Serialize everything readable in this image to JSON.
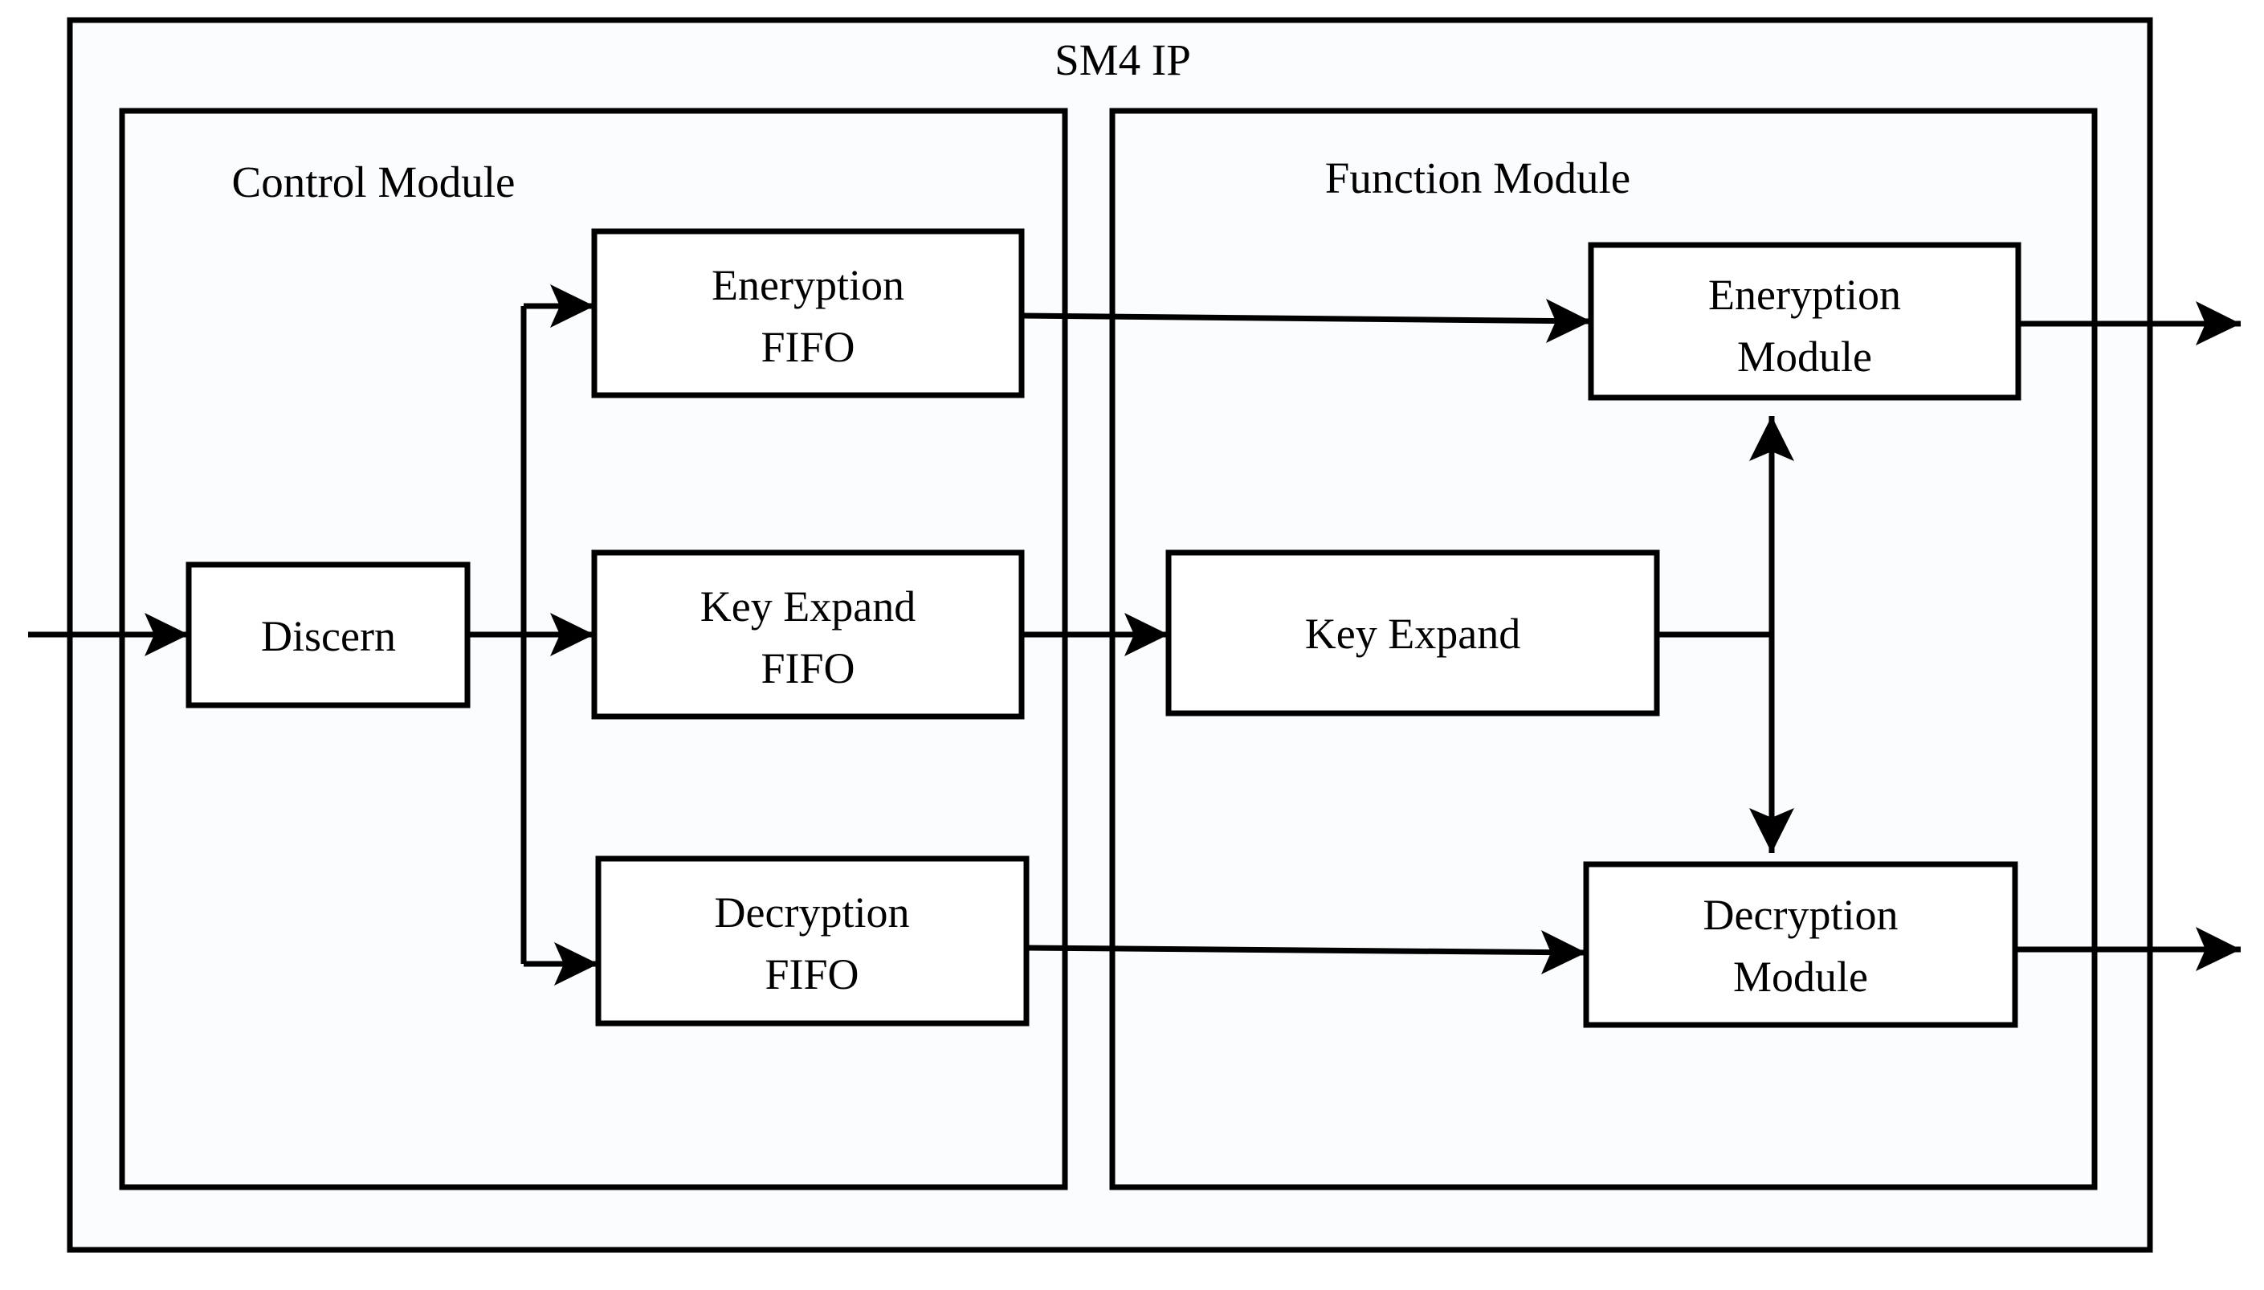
{
  "diagram": {
    "title": "SM4 IP",
    "type": "block-diagram",
    "colors": {
      "stroke": "#000000",
      "box_fill": "#ffffff",
      "container_fill": "#fafcfe",
      "background": "#ffffff"
    },
    "sections": [
      {
        "id": "control-module",
        "label": "Control Module"
      },
      {
        "id": "function-module",
        "label": "Function Module"
      }
    ],
    "blocks": [
      {
        "id": "discern",
        "label": "Discern",
        "lines": [
          "Discern"
        ]
      },
      {
        "id": "encryption-fifo",
        "label": "Eneryption FIFO",
        "lines": [
          "Eneryption",
          "FIFO"
        ]
      },
      {
        "id": "key-expand-fifo",
        "label": "Key Expand FIFO",
        "lines": [
          "Key Expand",
          "FIFO"
        ]
      },
      {
        "id": "decryption-fifo",
        "label": "Decryption FIFO",
        "lines": [
          "Decryption",
          "FIFO"
        ]
      },
      {
        "id": "encryption-module",
        "label": "Eneryption Module",
        "lines": [
          "Eneryption",
          "Module"
        ]
      },
      {
        "id": "key-expand",
        "label": "Key Expand",
        "lines": [
          "Key Expand"
        ]
      },
      {
        "id": "decryption-module",
        "label": "Decryption Module",
        "lines": [
          "Decryption",
          "Module"
        ]
      }
    ],
    "connections": [
      {
        "id": "input-to-discern",
        "from": "external-input",
        "to": "discern",
        "arrow": "single"
      },
      {
        "id": "discern-to-encryption-fifo",
        "from": "discern",
        "to": "encryption-fifo",
        "arrow": "single"
      },
      {
        "id": "discern-to-key-expand-fifo",
        "from": "discern",
        "to": "key-expand-fifo",
        "arrow": "single"
      },
      {
        "id": "discern-to-decryption-fifo",
        "from": "discern",
        "to": "decryption-fifo",
        "arrow": "single"
      },
      {
        "id": "encryption-fifo-to-encryption-module",
        "from": "encryption-fifo",
        "to": "encryption-module",
        "arrow": "single"
      },
      {
        "id": "key-expand-fifo-to-key-expand",
        "from": "key-expand-fifo",
        "to": "key-expand",
        "arrow": "single"
      },
      {
        "id": "decryption-fifo-to-decryption-module",
        "from": "decryption-fifo",
        "to": "decryption-module",
        "arrow": "single"
      },
      {
        "id": "key-expand-to-encryption-module",
        "from": "key-expand",
        "to": "encryption-module",
        "arrow": "single"
      },
      {
        "id": "key-expand-to-decryption-module",
        "from": "key-expand",
        "to": "decryption-module",
        "arrow": "single"
      },
      {
        "id": "encryption-module-output",
        "from": "encryption-module",
        "to": "external-output",
        "arrow": "single"
      },
      {
        "id": "decryption-module-output",
        "from": "decryption-module",
        "to": "external-output",
        "arrow": "single"
      }
    ]
  }
}
